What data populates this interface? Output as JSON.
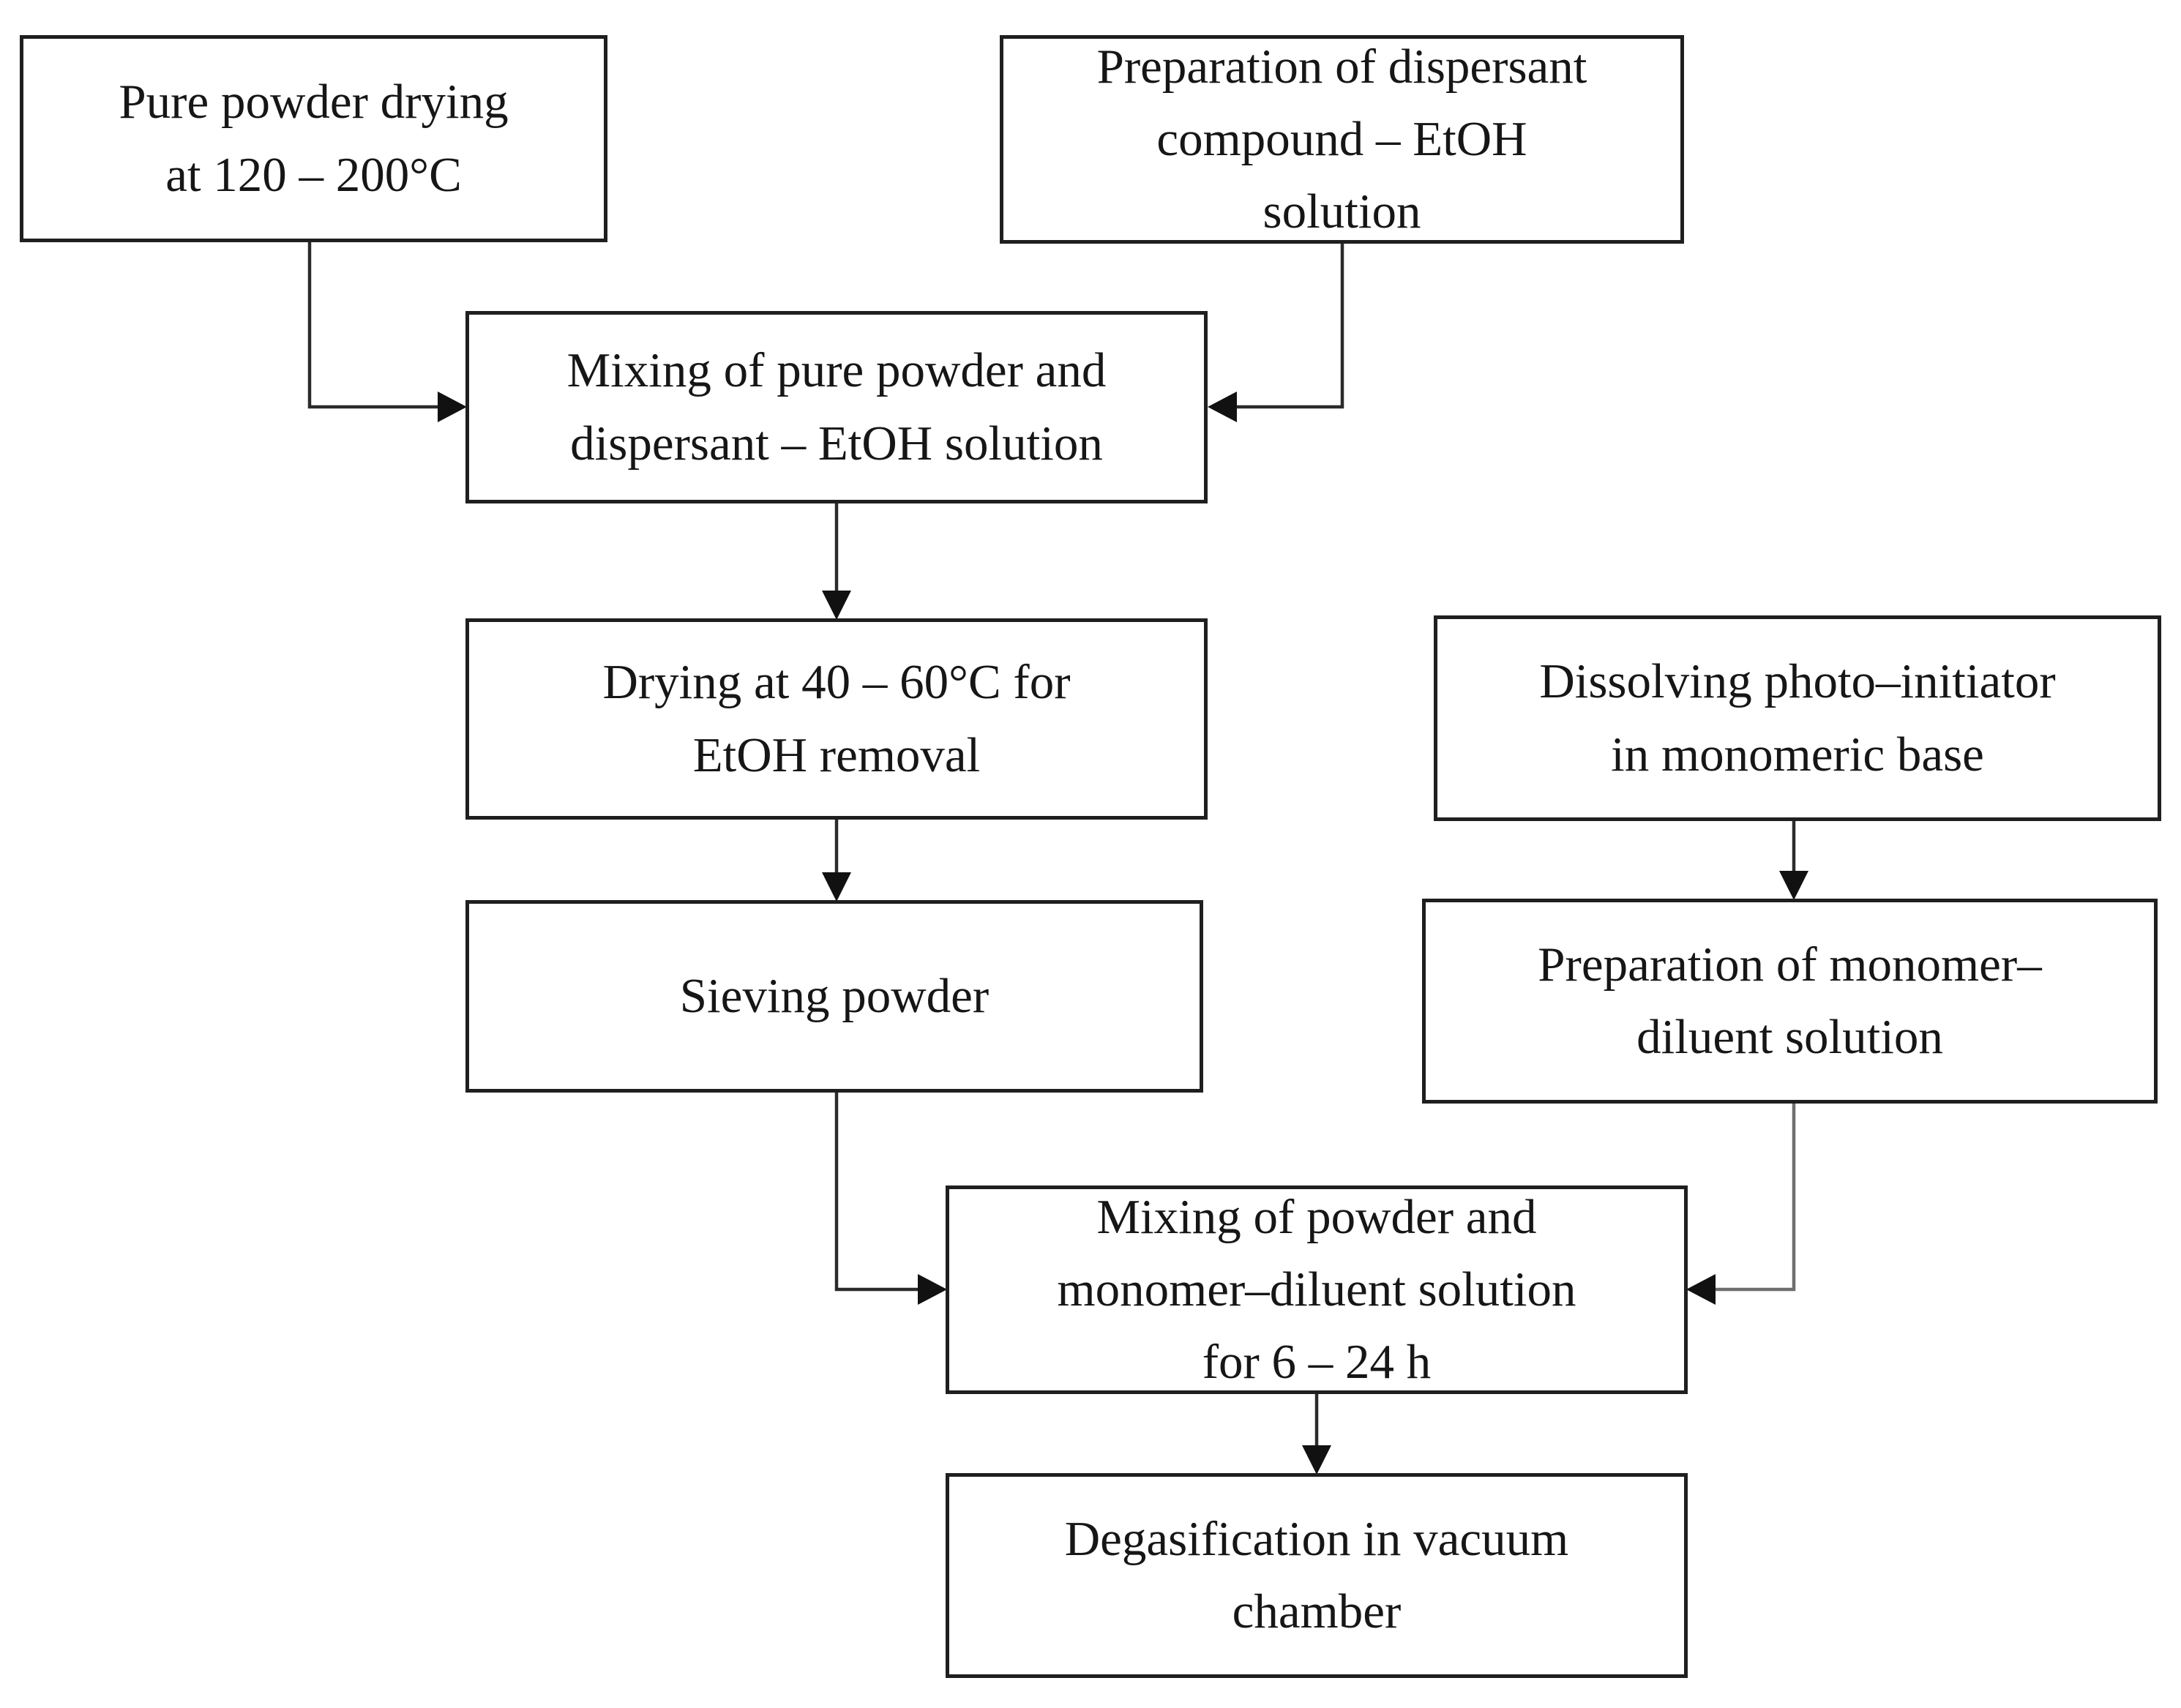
{
  "diagram": {
    "type": "flowchart",
    "colors": {
      "page-bg": "#ffffff",
      "box-fill": "#ffffff",
      "box-border": "#1f1f1f",
      "text-color": "#161616",
      "line-color": "#2b2b2b",
      "line-gray": "#6e6e6e",
      "arrow-color": "#111111"
    },
    "boxes": [
      {
        "id": "pure-powder-drying",
        "label": "Pure powder drying\nat 120 – 200°C"
      },
      {
        "id": "dispersant-etoh-solution",
        "label": "Preparation of dispersant\ncompound – EtOH\nsolution"
      },
      {
        "id": "mixing-powder-dispersant",
        "label": "Mixing of pure powder and\ndispersant – EtOH solution"
      },
      {
        "id": "drying-etoh-removal",
        "label": "Drying at 40 – 60°C for\nEtOH removal"
      },
      {
        "id": "dissolving-photoinitiator",
        "label": "Dissolving photo–initiator\nin monomeric base"
      },
      {
        "id": "sieving-powder",
        "label": "Sieving powder"
      },
      {
        "id": "monomer-diluent-solution",
        "label": "Preparation of monomer–\ndiluent solution"
      },
      {
        "id": "mixing-powder-monomer",
        "label": "Mixing of powder and\nmonomer–diluent solution\nfor 6 – 24 h"
      },
      {
        "id": "degasification",
        "label": "Degasification in vacuum\nchamber"
      }
    ],
    "edges": [
      {
        "from": "pure-powder-drying",
        "to": "mixing-powder-dispersant",
        "enters": "left"
      },
      {
        "from": "dispersant-etoh-solution",
        "to": "mixing-powder-dispersant",
        "enters": "right"
      },
      {
        "from": "mixing-powder-dispersant",
        "to": "drying-etoh-removal",
        "enters": "top"
      },
      {
        "from": "drying-etoh-removal",
        "to": "sieving-powder",
        "enters": "top"
      },
      {
        "from": "dissolving-photoinitiator",
        "to": "monomer-diluent-solution",
        "enters": "top"
      },
      {
        "from": "sieving-powder",
        "to": "mixing-powder-monomer",
        "enters": "left"
      },
      {
        "from": "monomer-diluent-solution",
        "to": "mixing-powder-monomer",
        "enters": "right"
      },
      {
        "from": "mixing-powder-monomer",
        "to": "degasification",
        "enters": "top"
      }
    ]
  }
}
